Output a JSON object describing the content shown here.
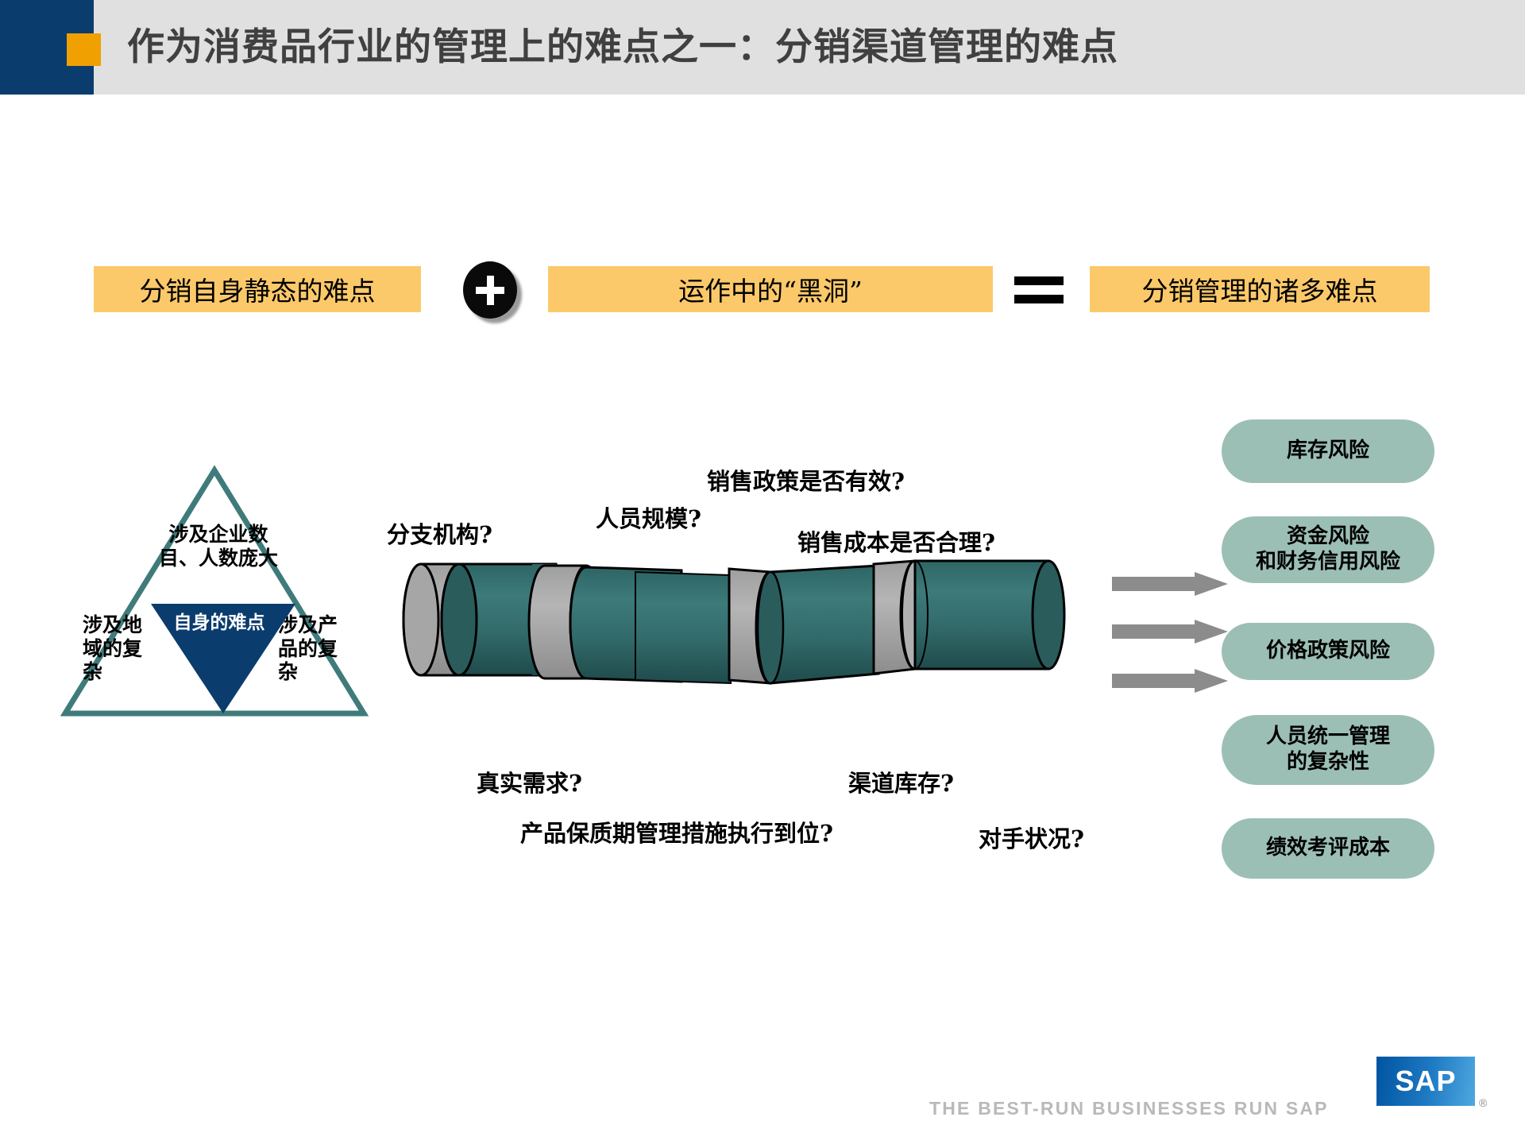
{
  "header": {
    "title": "作为消费品行业的管理上的难点之一：分销渠道管理的难点",
    "navy_color": "#0b3c6e",
    "accent_color": "#f0a000",
    "band_color": "#e0e0e0"
  },
  "equation": {
    "term1": "分销自身静态的难点",
    "operator_plus": "+",
    "term2": "运作中的“黑洞”",
    "operator_equals": "=",
    "result": "分销管理的诸多难点",
    "box_color": "#fbc96a"
  },
  "triangle": {
    "outline_color": "#3f7b7b",
    "inner_color": "#0b3c6e",
    "top_label": "涉及企业数目、人数庞大",
    "left_label": "涉及地域的复杂",
    "right_label": "涉及产品的复杂",
    "center_label": "自身的难点"
  },
  "pipe": {
    "body_color": "#336b6b",
    "band_color": "#a6a6a6",
    "outline_color": "#000000"
  },
  "questions": [
    {
      "id": "branch",
      "text": "分支机构?"
    },
    {
      "id": "staff",
      "text": "人员规模?"
    },
    {
      "id": "policy",
      "text": "销售政策是否有效?"
    },
    {
      "id": "cost",
      "text": "销售成本是否合理?"
    },
    {
      "id": "demand",
      "text": "真实需求?"
    },
    {
      "id": "shelf",
      "text": "产品保质期管理措施执行到位?"
    },
    {
      "id": "inventory",
      "text": "渠道库存?"
    },
    {
      "id": "rival",
      "text": "对手状况?"
    }
  ],
  "risks": {
    "pill_color": "#9cbfb5",
    "arrow_color": "#8c8c8c",
    "items": [
      {
        "line1": "库存风险",
        "line2": ""
      },
      {
        "line1": "资金风险",
        "line2": "和财务信用风险"
      },
      {
        "line1": "价格政策风险",
        "line2": ""
      },
      {
        "line1": "人员统一管理",
        "line2": "的复杂性"
      },
      {
        "line1": "绩效考评成本",
        "line2": ""
      }
    ]
  },
  "footer": {
    "tagline": "THE BEST-RUN BUSINESSES RUN SAP",
    "logo_text": "SAP",
    "registered_mark": "®"
  }
}
